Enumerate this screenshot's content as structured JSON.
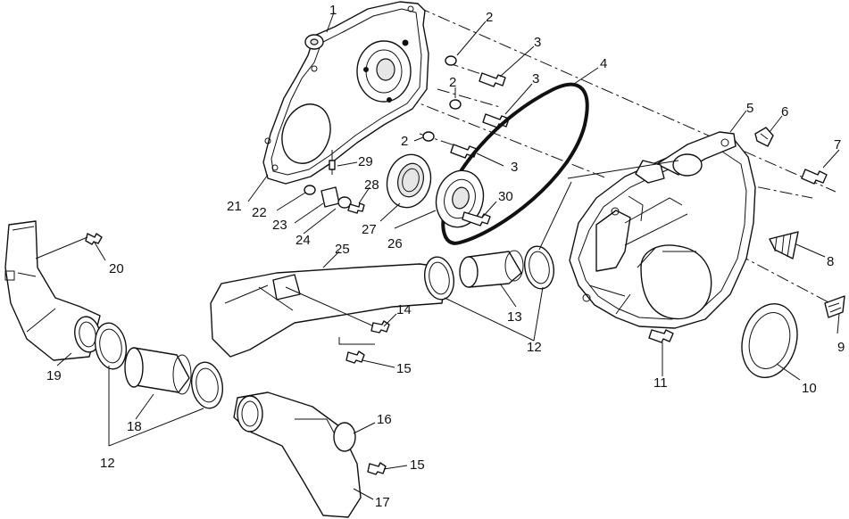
{
  "callouts": [
    {
      "id": "c1",
      "text": "1"
    },
    {
      "id": "c2a",
      "text": "2"
    },
    {
      "id": "c3a",
      "text": "3"
    },
    {
      "id": "c4",
      "text": "4"
    },
    {
      "id": "c2b",
      "text": "2"
    },
    {
      "id": "c3b",
      "text": "3"
    },
    {
      "id": "c5",
      "text": "5"
    },
    {
      "id": "c6",
      "text": "6"
    },
    {
      "id": "c2c",
      "text": "2"
    },
    {
      "id": "c3c",
      "text": "3"
    },
    {
      "id": "c7",
      "text": "7"
    },
    {
      "id": "c29",
      "text": "29"
    },
    {
      "id": "c28",
      "text": "28"
    },
    {
      "id": "c30",
      "text": "30"
    },
    {
      "id": "c21",
      "text": "21"
    },
    {
      "id": "c22",
      "text": "22"
    },
    {
      "id": "c23",
      "text": "23"
    },
    {
      "id": "c27",
      "text": "27"
    },
    {
      "id": "c24",
      "text": "24"
    },
    {
      "id": "c26",
      "text": "26"
    },
    {
      "id": "c25",
      "text": "25"
    },
    {
      "id": "c20",
      "text": "20"
    },
    {
      "id": "c8",
      "text": "8"
    },
    {
      "id": "c14",
      "text": "14"
    },
    {
      "id": "c13",
      "text": "13"
    },
    {
      "id": "c12a",
      "text": "12"
    },
    {
      "id": "c9",
      "text": "9"
    },
    {
      "id": "c19",
      "text": "19"
    },
    {
      "id": "c15a",
      "text": "15"
    },
    {
      "id": "c11",
      "text": "11"
    },
    {
      "id": "c10",
      "text": "10"
    },
    {
      "id": "c18",
      "text": "18"
    },
    {
      "id": "c16",
      "text": "16"
    },
    {
      "id": "c12b",
      "text": "12"
    },
    {
      "id": "c15b",
      "text": "15"
    },
    {
      "id": "c17",
      "text": "17"
    }
  ]
}
